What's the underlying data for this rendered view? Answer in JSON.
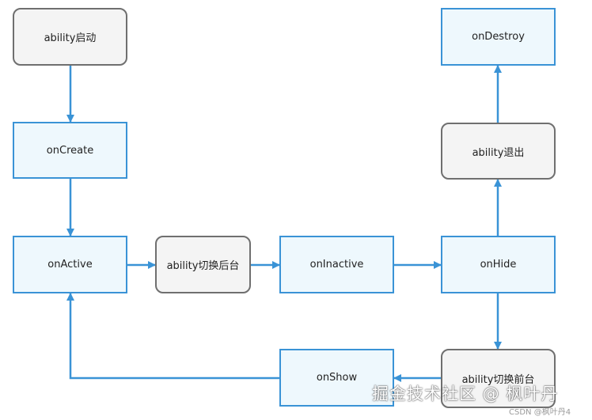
{
  "colors": {
    "state_border": "#3a93d6",
    "state_fill": "#eef8fd",
    "event_border": "#6f6f6f",
    "event_fill": "#f4f4f4",
    "arrow": "#3a93d6"
  },
  "nodes": {
    "ability_start": "ability启动",
    "on_create": "onCreate",
    "on_active": "onActive",
    "ability_to_background": "ability切换后台",
    "on_inactive": "onInactive",
    "on_hide": "onHide",
    "ability_exit": "ability退出",
    "on_destroy": "onDestroy",
    "ability_to_foreground": "ability切换前台",
    "on_show": "onShow"
  },
  "edges": [
    {
      "from": "ability_start",
      "to": "on_create"
    },
    {
      "from": "on_create",
      "to": "on_active"
    },
    {
      "from": "on_active",
      "to": "ability_to_background"
    },
    {
      "from": "ability_to_background",
      "to": "on_inactive"
    },
    {
      "from": "on_inactive",
      "to": "on_hide"
    },
    {
      "from": "on_hide",
      "to": "ability_exit"
    },
    {
      "from": "ability_exit",
      "to": "on_destroy"
    },
    {
      "from": "on_hide",
      "to": "ability_to_foreground"
    },
    {
      "from": "ability_to_foreground",
      "to": "on_show"
    },
    {
      "from": "on_show",
      "to": "on_active"
    }
  ],
  "watermark": {
    "main": "掘金技术社区 @ 枫叶丹",
    "sub": "CSDN @枫叶丹4"
  }
}
